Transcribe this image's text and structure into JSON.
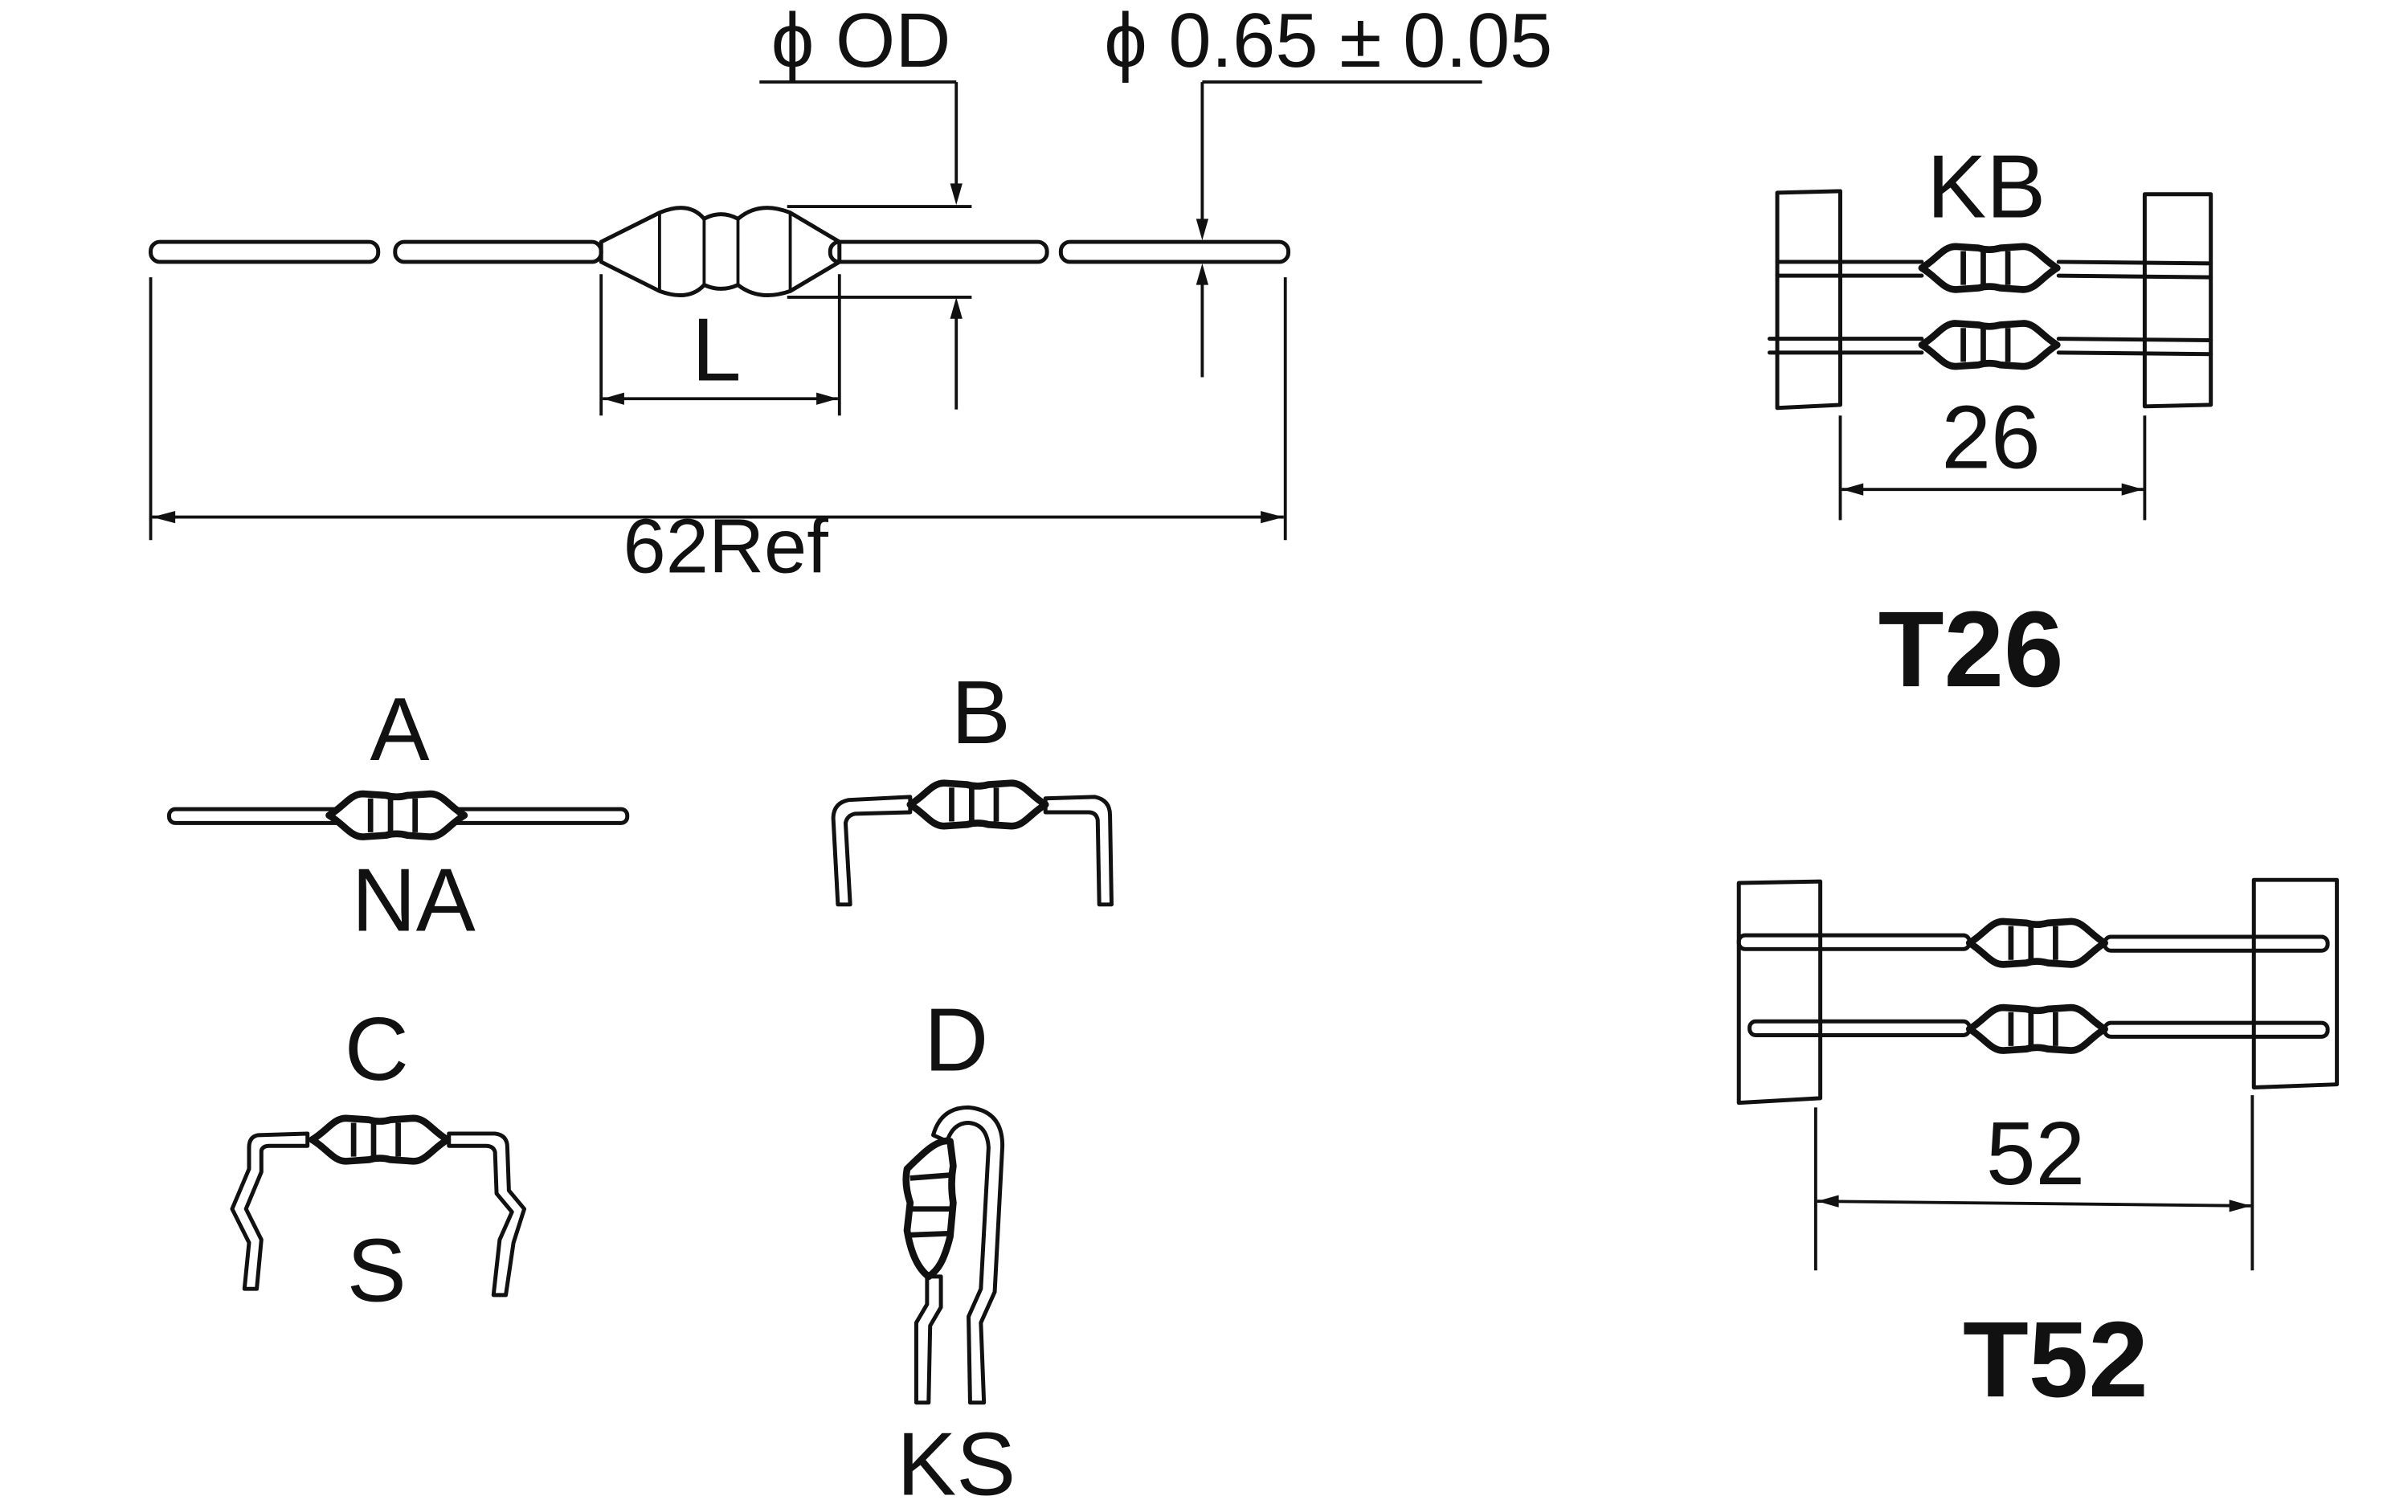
{
  "main_view": {
    "od_label": "ϕ OD",
    "wire_label": "ϕ 0.65 ± 0.05",
    "length_label": "L",
    "total_label": "62Ref"
  },
  "forms": {
    "a": {
      "label": "A",
      "code": "NA"
    },
    "b": {
      "label": "B"
    },
    "c": {
      "label": "C",
      "code": "S"
    },
    "d": {
      "label": "D",
      "code": "KS"
    }
  },
  "tapes": {
    "t26": {
      "code": "KB",
      "pitch": "26",
      "title": "T26"
    },
    "t52": {
      "pitch": "52",
      "title": "T52"
    }
  }
}
